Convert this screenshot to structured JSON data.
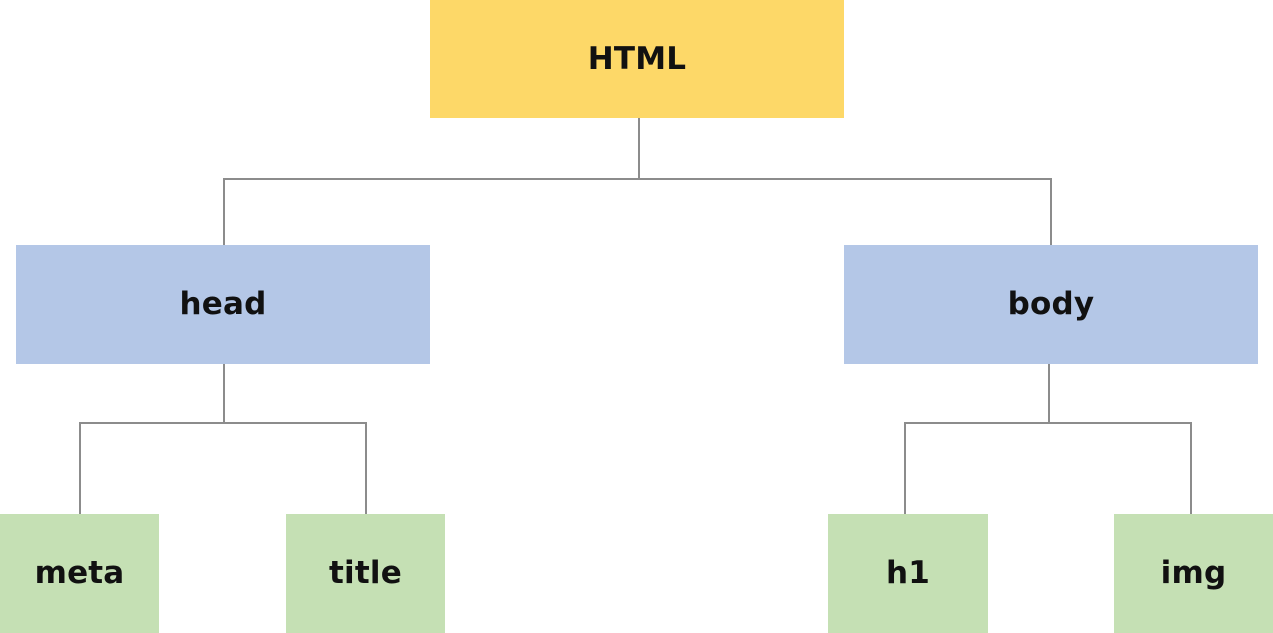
{
  "diagram": {
    "colors": {
      "root": "#FDD868",
      "level2": "#B4C7E7",
      "level3": "#C5E0B4",
      "connector": "#8C8C8C",
      "text": "#111111"
    },
    "nodes": {
      "root": {
        "label": "HTML"
      },
      "head": {
        "label": "head"
      },
      "body": {
        "label": "body"
      },
      "meta": {
        "label": "meta"
      },
      "title": {
        "label": "title"
      },
      "h1": {
        "label": "h1"
      },
      "img": {
        "label": "img"
      }
    }
  }
}
